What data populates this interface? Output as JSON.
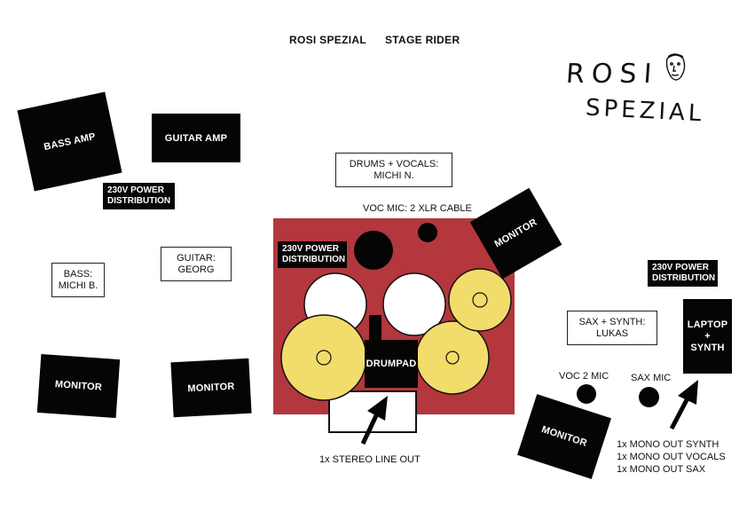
{
  "header": {
    "band_name": "ROSI SPEZIAL",
    "doc_title": "STAGE RIDER"
  },
  "logo": {
    "line1": "ROSI",
    "line2": "SPEZIAL"
  },
  "amps": {
    "bass_amp": "BASS AMP",
    "guitar_amp": "GUITAR AMP"
  },
  "power": {
    "left": [
      "230V POWER",
      "DISTRIBUTION"
    ],
    "center": [
      "230V POWER",
      "DISTRIBUTION"
    ],
    "right": [
      "230V POWER",
      "DISTRIBUTION"
    ]
  },
  "players": {
    "bass": [
      "BASS:",
      "MICHI B."
    ],
    "guitar": [
      "GUITAR:",
      "GEORG"
    ],
    "drums": [
      "DRUMS + VOCALS:",
      "MICHI N."
    ],
    "sax": [
      "SAX + SYNTH:",
      "LUKAS"
    ]
  },
  "monitors": {
    "label": "MONITOR"
  },
  "drums": {
    "voc_mic_note": "VOC MIC: 2 XLR CABLE",
    "drumpad": "DRUMPAD",
    "line_out": "1x STEREO LINE OUT"
  },
  "right_side": {
    "voc2_mic": "VOC 2 MIC",
    "sax_mic": "SAX MIC",
    "laptop": [
      "LAPTOP +",
      "SYNTH"
    ],
    "outputs": [
      "1x MONO OUT SYNTH",
      "1x MONO OUT VOCALS",
      "1x MONO OUT SAX"
    ]
  },
  "colors": {
    "riser": "#b3373d",
    "cymbal": "#f2dc6b",
    "black": "#050505"
  },
  "icons": {
    "arrow": "arrow-up-right-icon",
    "face": "face-sketch-icon"
  }
}
